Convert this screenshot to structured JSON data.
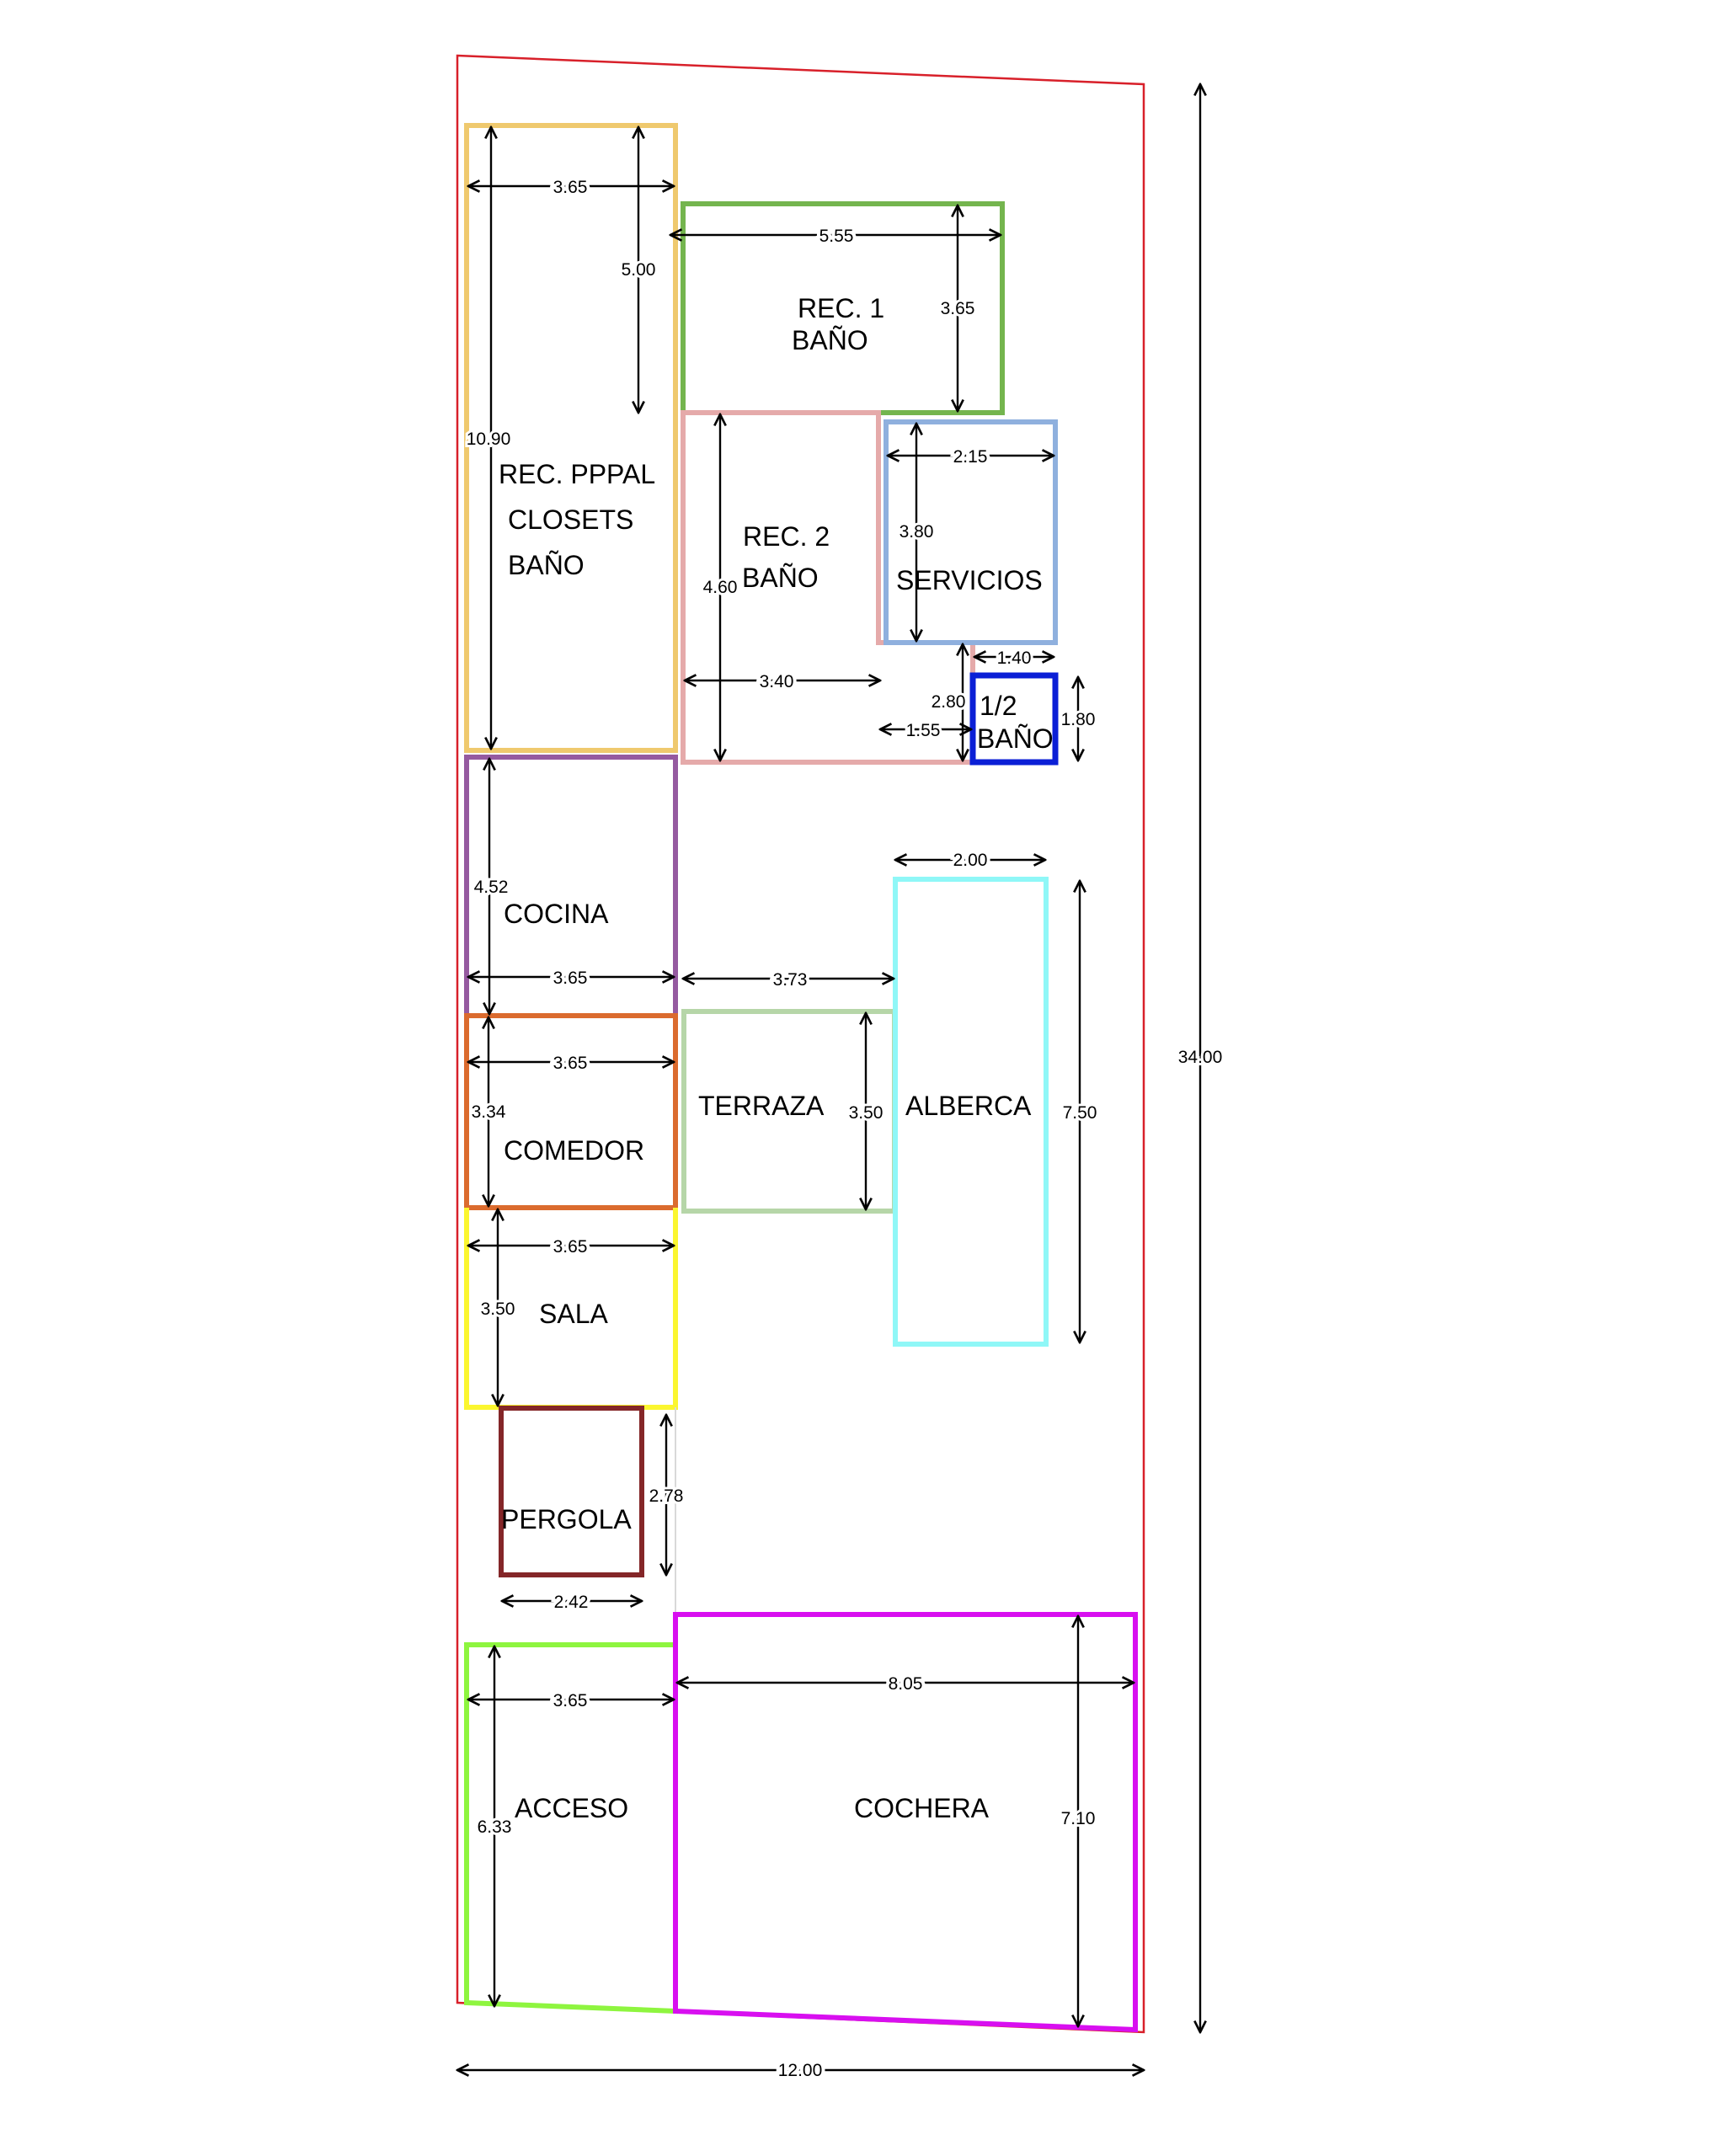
{
  "plan": {
    "lot": {
      "width_label": "12.00",
      "depth_label": "34.00",
      "color": "#d8202a"
    },
    "rooms": [
      {
        "id": "rec-ppal",
        "lines": [
          "REC. PPPAL",
          "CLOSETS",
          "BAÑO"
        ],
        "color": "#efc96e",
        "dims": [
          "3.65",
          "5.00",
          "10.90"
        ]
      },
      {
        "id": "rec-1",
        "lines": [
          "REC. 1",
          "BAÑO"
        ],
        "color": "#74b54e",
        "dims": [
          "5.55",
          "3.65"
        ]
      },
      {
        "id": "rec-2",
        "lines": [
          "REC. 2",
          "BAÑO"
        ],
        "color": "#e5aaaa",
        "dims": [
          "4.60",
          "3.40",
          "2.80",
          "1.55"
        ]
      },
      {
        "id": "servicios",
        "lines": [
          "SERVICIOS"
        ],
        "color": "#8fb0de",
        "dims": [
          "2.15",
          "3.80"
        ]
      },
      {
        "id": "medio-bano",
        "lines": [
          "1/2",
          "BAÑO"
        ],
        "color": "#0b1fd6",
        "dims": [
          "1.40",
          "1.80"
        ]
      },
      {
        "id": "cocina",
        "lines": [
          "COCINA"
        ],
        "color": "#955aa0",
        "dims": [
          "4.52",
          "3.65"
        ]
      },
      {
        "id": "comedor",
        "lines": [
          "COMEDOR"
        ],
        "color": "#db6b2e",
        "dims": [
          "3.65",
          "3.34"
        ]
      },
      {
        "id": "terraza",
        "lines": [
          "TERRAZA"
        ],
        "color": "#b6d6a8",
        "dims": [
          "3.73",
          "3.50"
        ]
      },
      {
        "id": "alberca",
        "lines": [
          "ALBERCA"
        ],
        "color": "#8ff7f7",
        "dims": [
          "2.00",
          "7.50"
        ]
      },
      {
        "id": "sala",
        "lines": [
          "SALA"
        ],
        "color": "#fbf62f",
        "dims": [
          "3.65",
          "3.50"
        ]
      },
      {
        "id": "pergola",
        "lines": [
          "PERGOLA"
        ],
        "color": "#842628",
        "dims": [
          "2.78",
          "2.42"
        ]
      },
      {
        "id": "acceso",
        "lines": [
          "ACCESO"
        ],
        "color": "#8ef53f",
        "dims": [
          "3.65",
          "6.33"
        ]
      },
      {
        "id": "cochera",
        "lines": [
          "COCHERA"
        ],
        "color": "#d80ff0",
        "dims": [
          "8.05",
          "7.10"
        ]
      }
    ]
  }
}
